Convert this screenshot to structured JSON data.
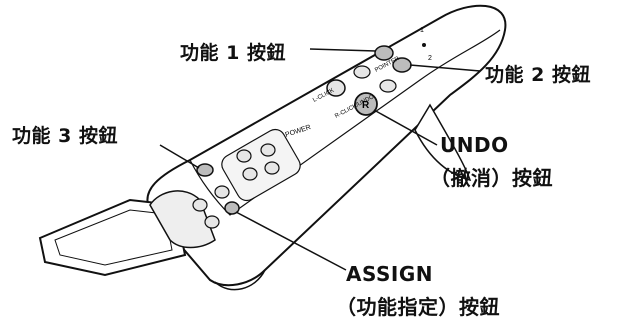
{
  "labels": {
    "function1": "功能 1 按鈕",
    "function2": "功能 2 按鈕",
    "function3": "功能 3 按鈕",
    "undo_line1": "UNDO",
    "undo_line2": "（撤消）按鈕",
    "assign_line1": "ASSIGN",
    "assign_line2": "（功能指定）按鈕"
  },
  "device_markings": {
    "power": "POWER",
    "undo_button": "R-CLICK/UNDO",
    "left_button": "L-CLICK",
    "pointer": "POINTER"
  },
  "colors": {
    "ink": "#111111",
    "device_fill": "#ffffff",
    "button_fill": "#e6e6e6",
    "highlight": "#bcbcbc"
  }
}
